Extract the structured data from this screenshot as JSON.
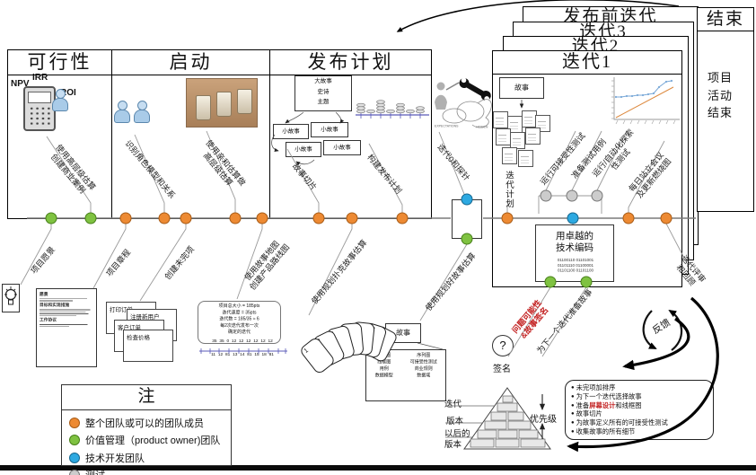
{
  "colors": {
    "orange": "#ed8a33",
    "green": "#7fc241",
    "blue": "#2da9e1",
    "gray": "#cccccc",
    "red_text": "#c32222"
  },
  "phases": {
    "feasibility": "可行性",
    "inception": "启动",
    "release_planning": "发布计划",
    "iteration1": "迭代1",
    "iteration2": "迭代2",
    "iteration3": "迭代3",
    "pre_release": "发布前迭代",
    "end": "结束",
    "end_note": "项目活动结束"
  },
  "metrics": {
    "npv": "NPV",
    "irr": "IRR",
    "roi": "ROI"
  },
  "activities_above": {
    "business_case_l1": "使用高层级估算",
    "business_case_l2": "创建商业案例",
    "identify_roles": "识别角色模型和关系",
    "affinity_l1": "使用亲和估算做",
    "affinity_l2": "高层级估算",
    "story_slicing": "故事切片",
    "build_release_plan": "构建发布计划",
    "iteration0_spikes": "迭代0和探针",
    "iteration_plan": "迭代计划",
    "run_acceptance_tests": "运行可接受性测试",
    "prepare_test_cases": "准备测试用例",
    "exploratory_l1": "运行/自动化探索",
    "exploratory_l2": "性测试",
    "standup_l1": "每日站立会议",
    "standup_l2": "及更新燃烧图",
    "review_l1": "迭代评审",
    "review_l2": "和回顾"
  },
  "activities_below": {
    "project_vision": "项目愿景",
    "project_charter": "项目章程",
    "create_backlog": "创建未完项",
    "storymap_l1": "使用故事地图",
    "storymap_l2": "创建产品路线图",
    "poker_estimate": "使用规划扑克故事估算",
    "planned_estimate": "使用规划好故事估算",
    "prepare_next_iteration": "为下一个迭代准备故事",
    "signoff_l1": "问题可能性",
    "signoff_l2": "&故事签名"
  },
  "release_planning": {
    "epic_l1": "大故事",
    "epic_l2": "史诗",
    "epic_l3": "主题",
    "small_story": "小故事"
  },
  "inception": {
    "story_cards": [
      "打印订单",
      "注册新用户",
      "客户订单",
      "检查价格"
    ],
    "charter_doc": {
      "h1": "愿景",
      "h2": "目标和实现措施",
      "h3": "工作协议"
    },
    "plan_box": [
      "项目总大小 = 185pts",
      "迭代速度 = 35pts",
      "迭代数 = 185/35 ≈ 6",
      "每2次迭代发布一次",
      "确定的迭代"
    ],
    "number_line_top": "35 35 0 12 12 12 12 12 12",
    "number_line_bottom": "11 12 81 13 14 81 15 18 81"
  },
  "poker_cards": [
    "1",
    "2",
    "3",
    "5",
    "8",
    "13",
    "20"
  ],
  "story_detail": {
    "title": "故事",
    "left": [
      "活动图",
      "线框图",
      "用例",
      "数据模型"
    ],
    "right": [
      "序列图",
      "可接受性测试",
      "商业规则",
      "数据域"
    ]
  },
  "iteration": {
    "story_box": "故事",
    "code_l1": "用卓越的",
    "code_l2": "技术编码",
    "binary": [
      "01100110 01101001",
      "01101110 01100001",
      "01101100 01101100"
    ]
  },
  "sketch": {
    "left_caption": "EXPECTATIONS",
    "right_caption": "HIDDEN"
  },
  "question": {
    "mark": "?",
    "label": "签名"
  },
  "feedback_label": "反馈",
  "pyramid": {
    "level1": "迭代",
    "level2": "版本",
    "level3_l1": "以后的",
    "level3_l2": "版本",
    "priority": "优先级"
  },
  "checklist": {
    "item1": "未完项加排序",
    "item2": "为下一个迭代选择故事",
    "item3_pre": "准备",
    "item3_red": "屏幕设计",
    "item3_post": "和线框图",
    "item4": "故事切片",
    "item5": "为故事定义所有的可接受性测试",
    "item6": "收集故事的所有细节"
  },
  "legend": {
    "title": "注",
    "items": [
      {
        "label": "整个团队或可以的团队成员",
        "color": "#ed8a33"
      },
      {
        "label": "价值管理（product owner)团队",
        "color": "#7fc241"
      },
      {
        "label": "技术开发团队",
        "color": "#2da9e1"
      },
      {
        "label": "测试",
        "color": "#cccccc"
      }
    ]
  }
}
